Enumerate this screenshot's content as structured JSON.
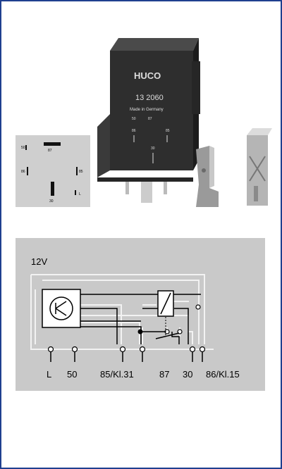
{
  "relay": {
    "brand": "HUCO",
    "part_number": "13 2060",
    "origin": "Made in Germany",
    "pins": {
      "p50": "50",
      "p87": "87",
      "p86": "86",
      "p85": "85",
      "p30": "30",
      "pL": "L"
    }
  },
  "schematic": {
    "supply_label": "12V",
    "terminals": [
      "L",
      "50",
      "85/Kl.31",
      "87",
      "30",
      "86/Kl.15"
    ]
  },
  "colors": {
    "frame": "#1f3f8f",
    "panel": "#c9c9c9",
    "relay_body": "#2e2e2e"
  }
}
